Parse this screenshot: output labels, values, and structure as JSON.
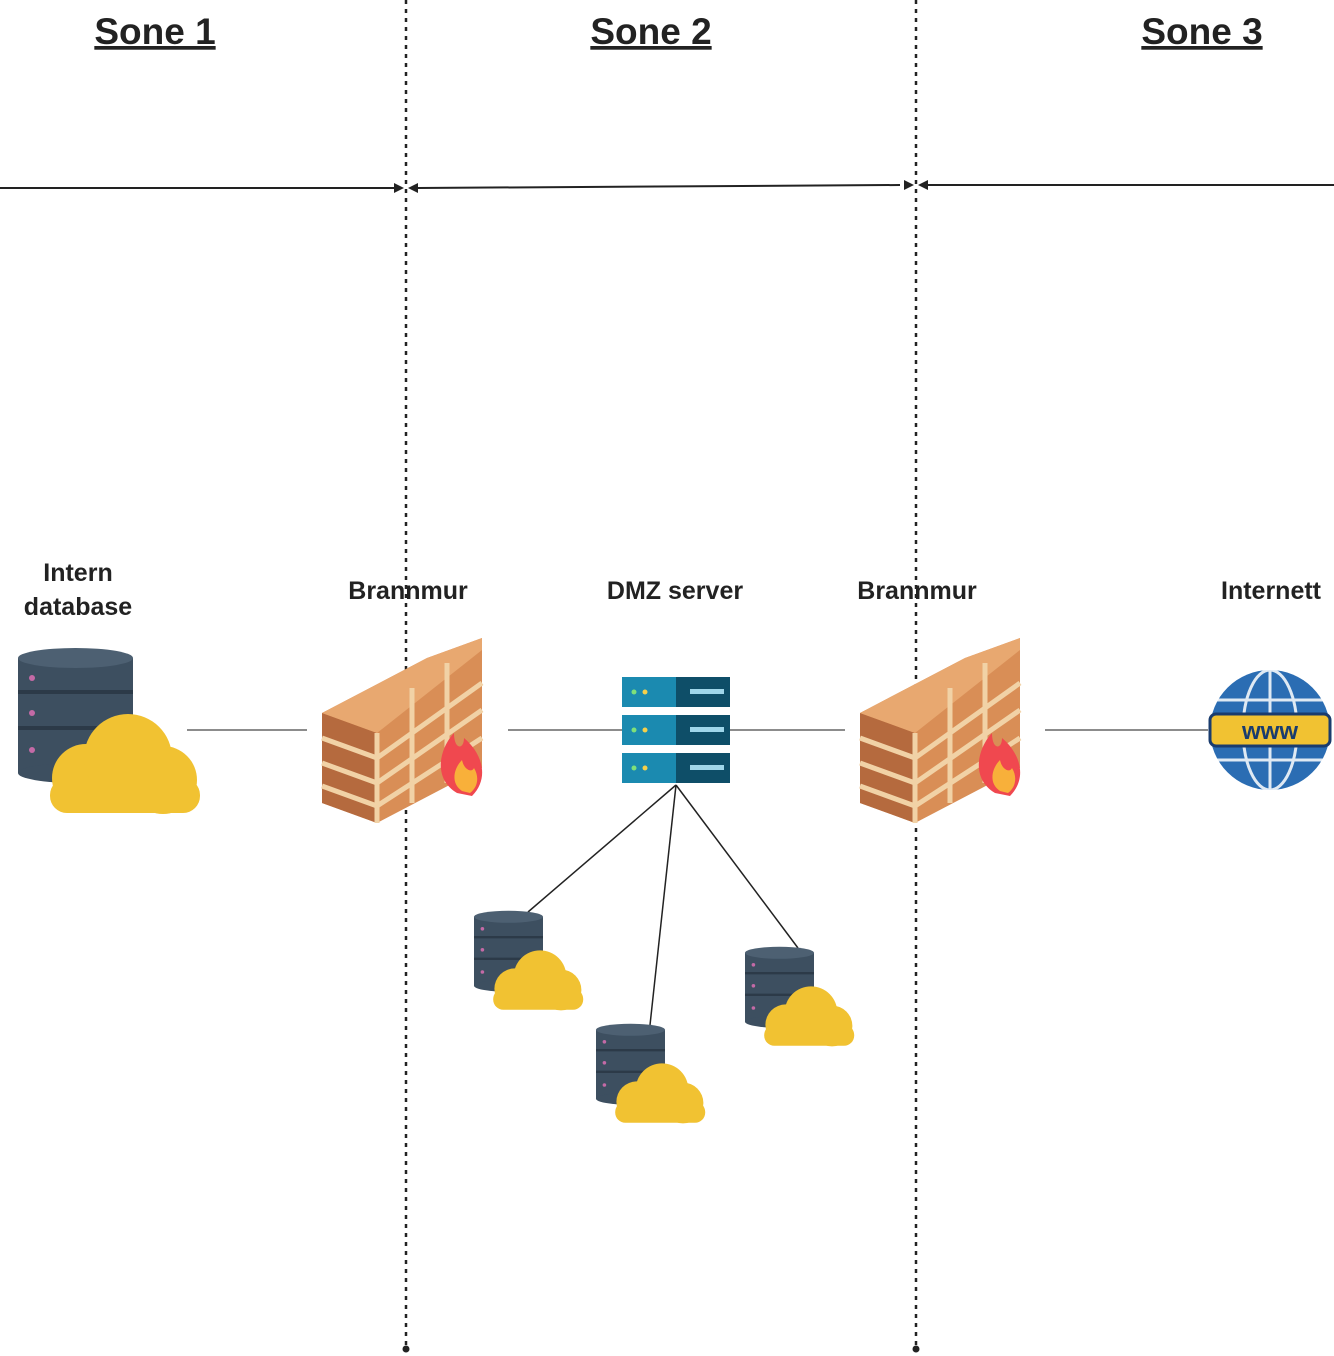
{
  "zones": [
    {
      "label": "Sone 1"
    },
    {
      "label": "Sone 2"
    },
    {
      "label": "Sone 3"
    }
  ],
  "nodes": {
    "internal_db": {
      "label_line1": "Intern",
      "label_line2": "database",
      "icon": "database-cloud-icon"
    },
    "firewall_left": {
      "label": "Brannmur",
      "icon": "firewall-icon"
    },
    "dmz_server": {
      "label": "DMZ server",
      "icon": "server-rack-icon"
    },
    "firewall_right": {
      "label": "Brannmur",
      "icon": "firewall-icon"
    },
    "internet": {
      "label": "Internett",
      "badge": "www",
      "icon": "globe-www-icon"
    }
  },
  "colors": {
    "brick": "#d98e56",
    "brick_dark": "#b56a3e",
    "mortar": "#f1d2a6",
    "server": "#1b8ab0",
    "server_dark": "#0e4e68",
    "db": "#3d4f60",
    "cloud": "#f1c232",
    "globe": "#2b6db3",
    "flame": "#f0484f"
  }
}
